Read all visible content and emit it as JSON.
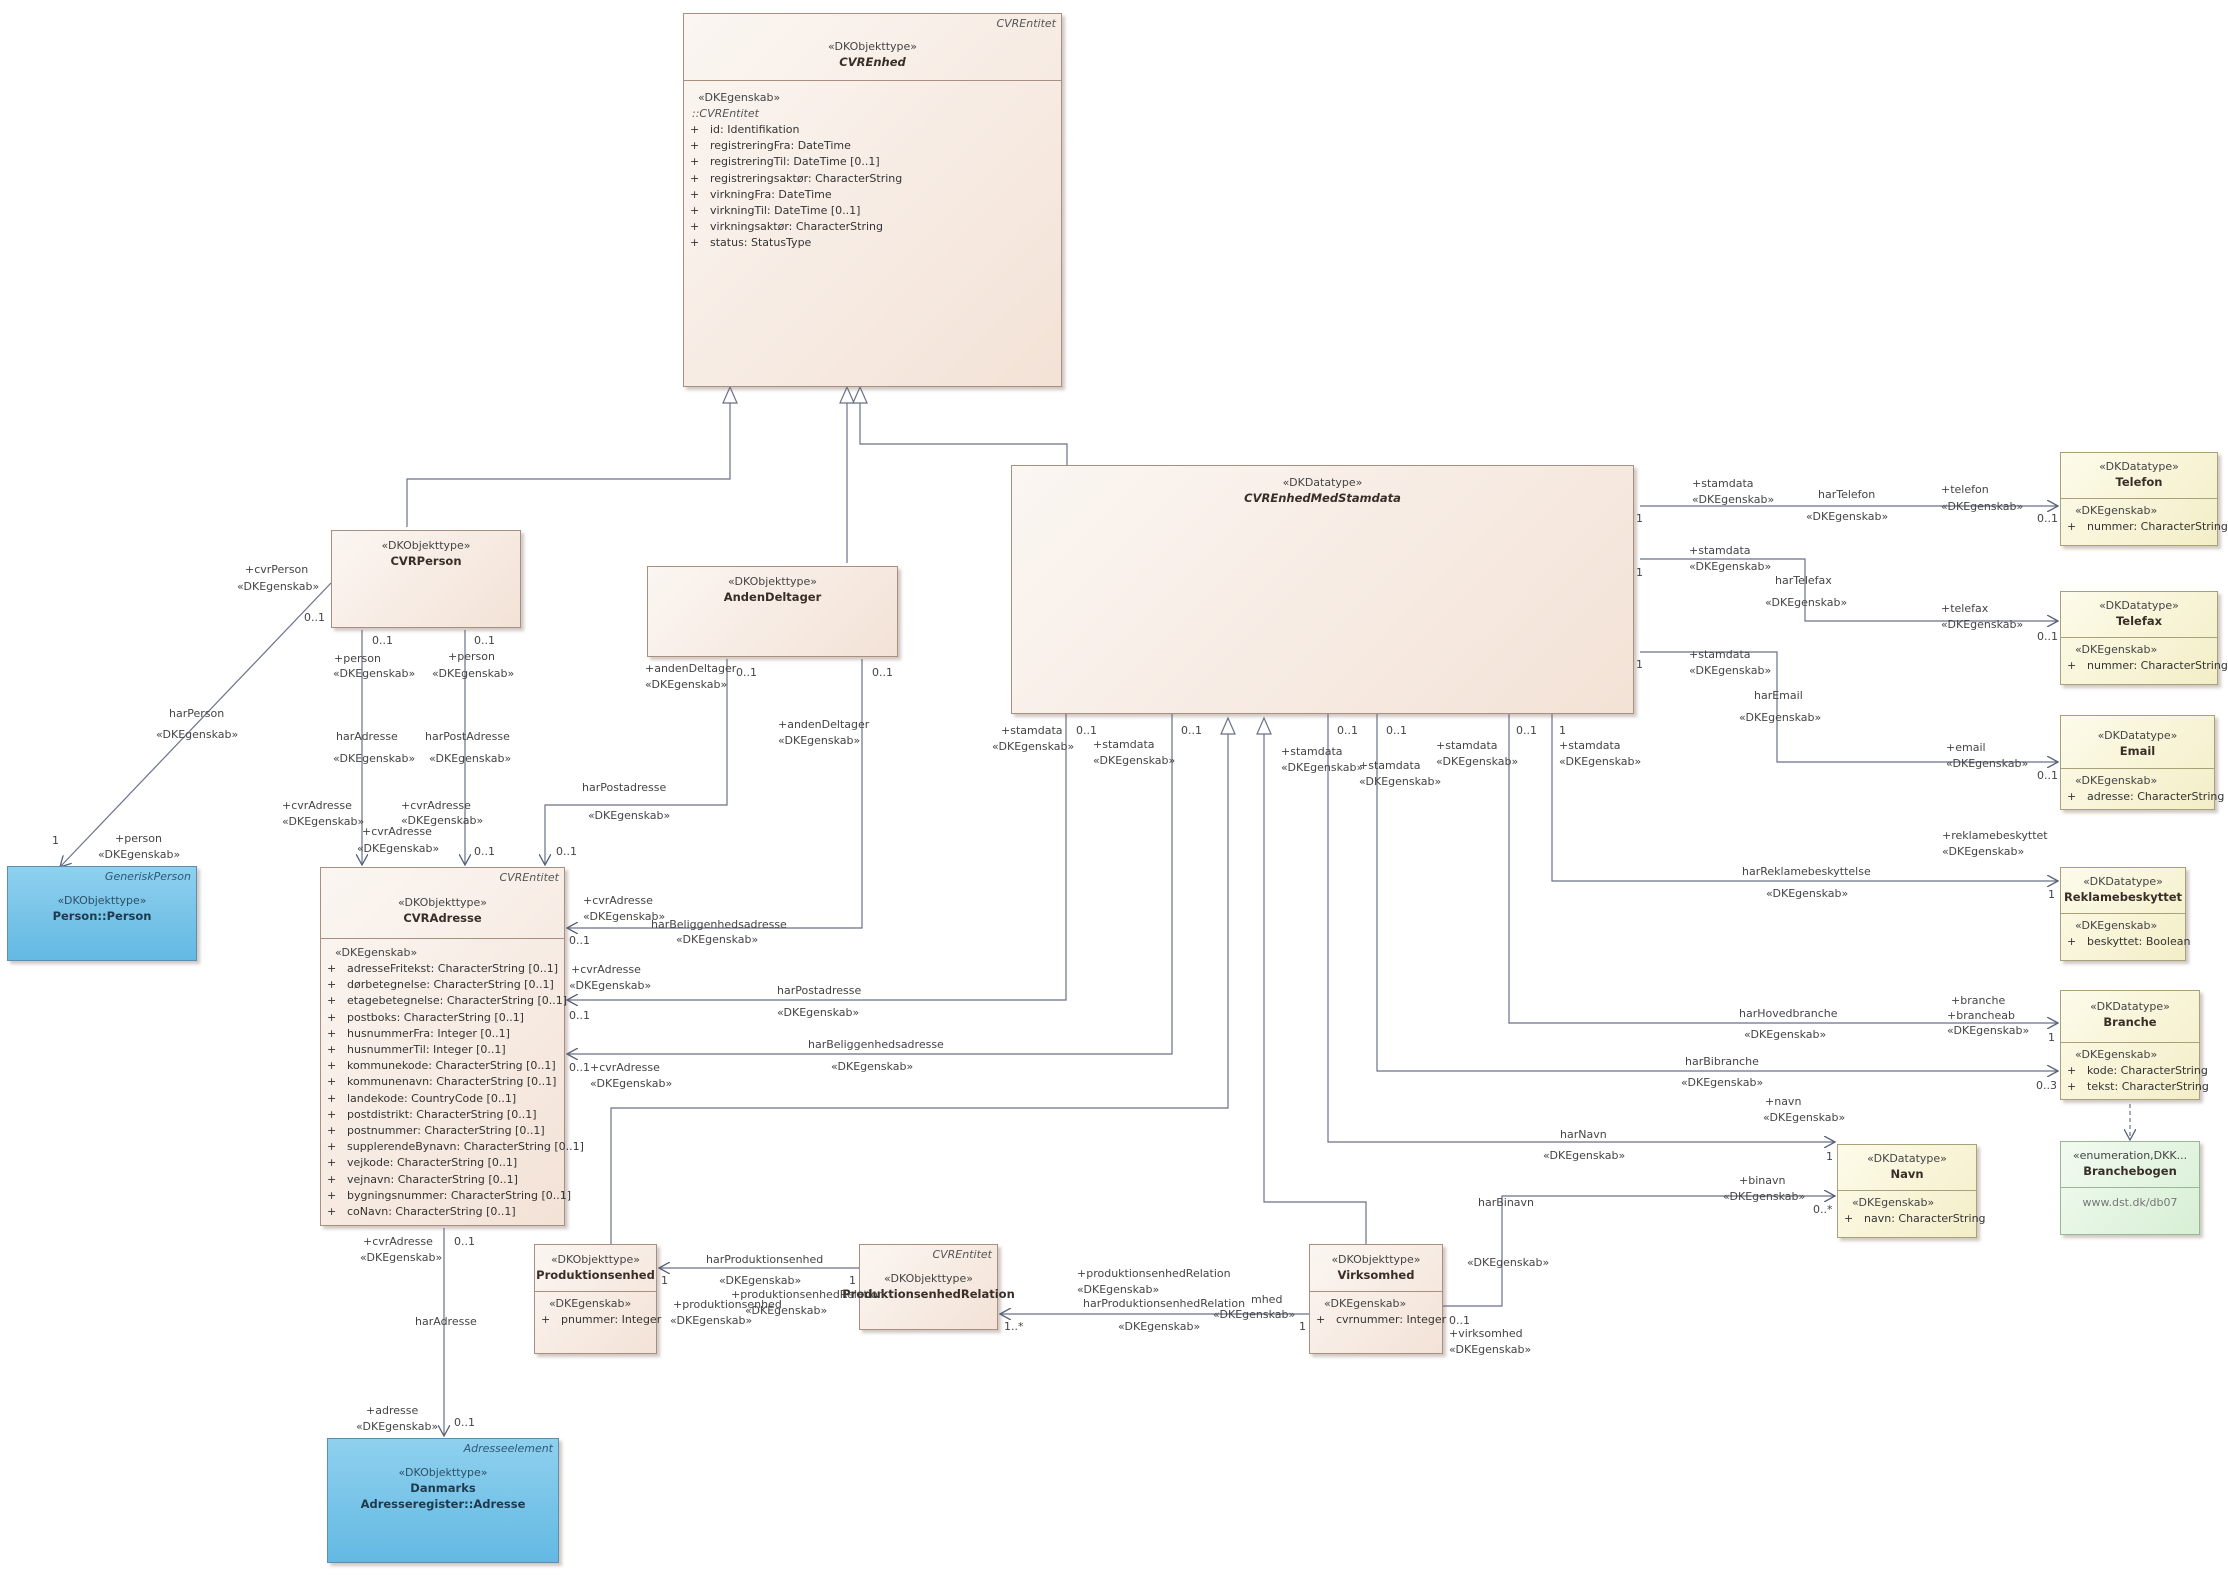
{
  "stereotypes": {
    "objekttype": "«DKObjekttype»",
    "datatype": "«DKDatatype»",
    "egenskab": "«DKEgenskab»",
    "enumeration": "«enumeration,DKK..."
  },
  "cvrenhed": {
    "tag": "CVREntitet",
    "name": "CVREnhed",
    "inherited_from": "::CVREntitet",
    "attributes": [
      {
        "v": "+",
        "t": "id: Identifikation"
      },
      {
        "v": "+",
        "t": "registreringFra: DateTime"
      },
      {
        "v": "+",
        "t": "registreringTil: DateTime [0..1]"
      },
      {
        "v": "+",
        "t": "registreringsaktør: CharacterString"
      },
      {
        "v": "+",
        "t": "virkningFra: DateTime"
      },
      {
        "v": "+",
        "t": "virkningTil: DateTime [0..1]"
      },
      {
        "v": "+",
        "t": "virkningsaktør: CharacterString"
      },
      {
        "v": "+",
        "t": "status: StatusType"
      }
    ]
  },
  "cvrperson": {
    "name": "CVRPerson"
  },
  "andendeltager": {
    "name": "AndenDeltager"
  },
  "stamdata": {
    "name": "CVREnhedMedStamdata"
  },
  "person": {
    "tag": "GeneriskPerson",
    "name": "Person::Person"
  },
  "cvradresse": {
    "tag": "CVREntitet",
    "name": "CVRAdresse",
    "attributes": [
      {
        "v": "+",
        "t": "adresseFritekst: CharacterString [0..1]"
      },
      {
        "v": "+",
        "t": "dørbetegnelse: CharacterString [0..1]"
      },
      {
        "v": "+",
        "t": "etagebetegnelse: CharacterString [0..1]"
      },
      {
        "v": "+",
        "t": "postboks: CharacterString [0..1]"
      },
      {
        "v": "+",
        "t": "husnummerFra: Integer [0..1]"
      },
      {
        "v": "+",
        "t": "husnummerTil: Integer [0..1]"
      },
      {
        "v": "+",
        "t": "kommunekode: CharacterString [0..1]"
      },
      {
        "v": "+",
        "t": "kommunenavn: CharacterString [0..1]"
      },
      {
        "v": "+",
        "t": "landekode: CountryCode [0..1]"
      },
      {
        "v": "+",
        "t": "postdistrikt: CharacterString [0..1]"
      },
      {
        "v": "+",
        "t": "postnummer: CharacterString [0..1]"
      },
      {
        "v": "+",
        "t": "supplerendeBynavn: CharacterString [0..1]"
      },
      {
        "v": "+",
        "t": "vejkode: CharacterString [0..1]"
      },
      {
        "v": "+",
        "t": "vejnavn: CharacterString [0..1]"
      },
      {
        "v": "+",
        "t": "bygningsnummer: CharacterString [0..1]"
      },
      {
        "v": "+",
        "t": "coNavn: CharacterString [0..1]"
      }
    ]
  },
  "adresse": {
    "tag": "Adresseelement",
    "name": "Danmarks Adresseregister::Adresse"
  },
  "produktionsenhed": {
    "name": "Produktionsenhed",
    "attributes": [
      {
        "v": "+",
        "t": "pnummer: Integer"
      }
    ]
  },
  "relation": {
    "tag": "CVREntitet",
    "name": "ProduktionsenhedRelation"
  },
  "virksomhed": {
    "name": "Virksomhed",
    "attributes": [
      {
        "v": "+",
        "t": "cvrnummer: Integer"
      }
    ]
  },
  "telefon": {
    "name": "Telefon",
    "attributes": [
      {
        "v": "+",
        "t": "nummer: CharacterString"
      }
    ]
  },
  "telefax": {
    "name": "Telefax",
    "attributes": [
      {
        "v": "+",
        "t": "nummer: CharacterString"
      }
    ]
  },
  "email": {
    "name": "Email",
    "attributes": [
      {
        "v": "+",
        "t": "adresse: CharacterString"
      }
    ]
  },
  "reklame": {
    "name": "Reklamebeskyttet",
    "attributes": [
      {
        "v": "+",
        "t": "beskyttet: Boolean"
      }
    ]
  },
  "branche": {
    "name": "Branche",
    "attributes": [
      {
        "v": "+",
        "t": "kode: CharacterString"
      },
      {
        "v": "+",
        "t": "tekst: CharacterString"
      }
    ]
  },
  "navn": {
    "name": "Navn",
    "attributes": [
      {
        "v": "+",
        "t": "navn: CharacterString"
      }
    ]
  },
  "branchebogen": {
    "name": "Branchebogen",
    "value": "www.dst.dk/db07"
  },
  "labels": {
    "cvrPerson": "+cvrPerson",
    "o01": "0..1",
    "one": "1",
    "oneStar": "1..*",
    "zeroStar": "0..*",
    "zero3": "0..3",
    "harPerson": "harPerson",
    "personRole": "+person",
    "harAdresse": "harAdresse",
    "harPostAdresse": "harPostAdresse",
    "cvrAdresse": "+cvrAdresse",
    "andenDeltager": "+andenDeltager",
    "harPostadresse": "harPostadresse",
    "harBeliggenhedsadresse": "harBeliggenhedsadresse",
    "stamdataRole": "+stamdata",
    "harTelefon": "harTelefon",
    "telefonRole": "+telefon",
    "harTelefax": "harTelefax",
    "telefaxRole": "+telefax",
    "harEmail": "harEmail",
    "emailRole": "+email",
    "reklameRole": "+reklamebeskyttet",
    "harReklame": "harReklamebeskyttelse",
    "brancheRole": "+branche",
    "brancheabRole": "+brancheab",
    "harHovedbranche": "harHovedbranche",
    "harBibranche": "harBibranche",
    "navnRole": "+navn",
    "harNavn": "harNavn",
    "binavnRole": "+binavn",
    "harBinavn": "harBinavn",
    "virksomhedRole": "+virksomhed",
    "harProduktionsenhed": "harProduktionsenhed",
    "prodenhedRole": "+produktionsenhed",
    "relRole": "+produktionsenhedRelation",
    "harRel": "harProduktionsenhedRelation",
    "adresseRole": "+adresse",
    "mhed": "mhed"
  }
}
